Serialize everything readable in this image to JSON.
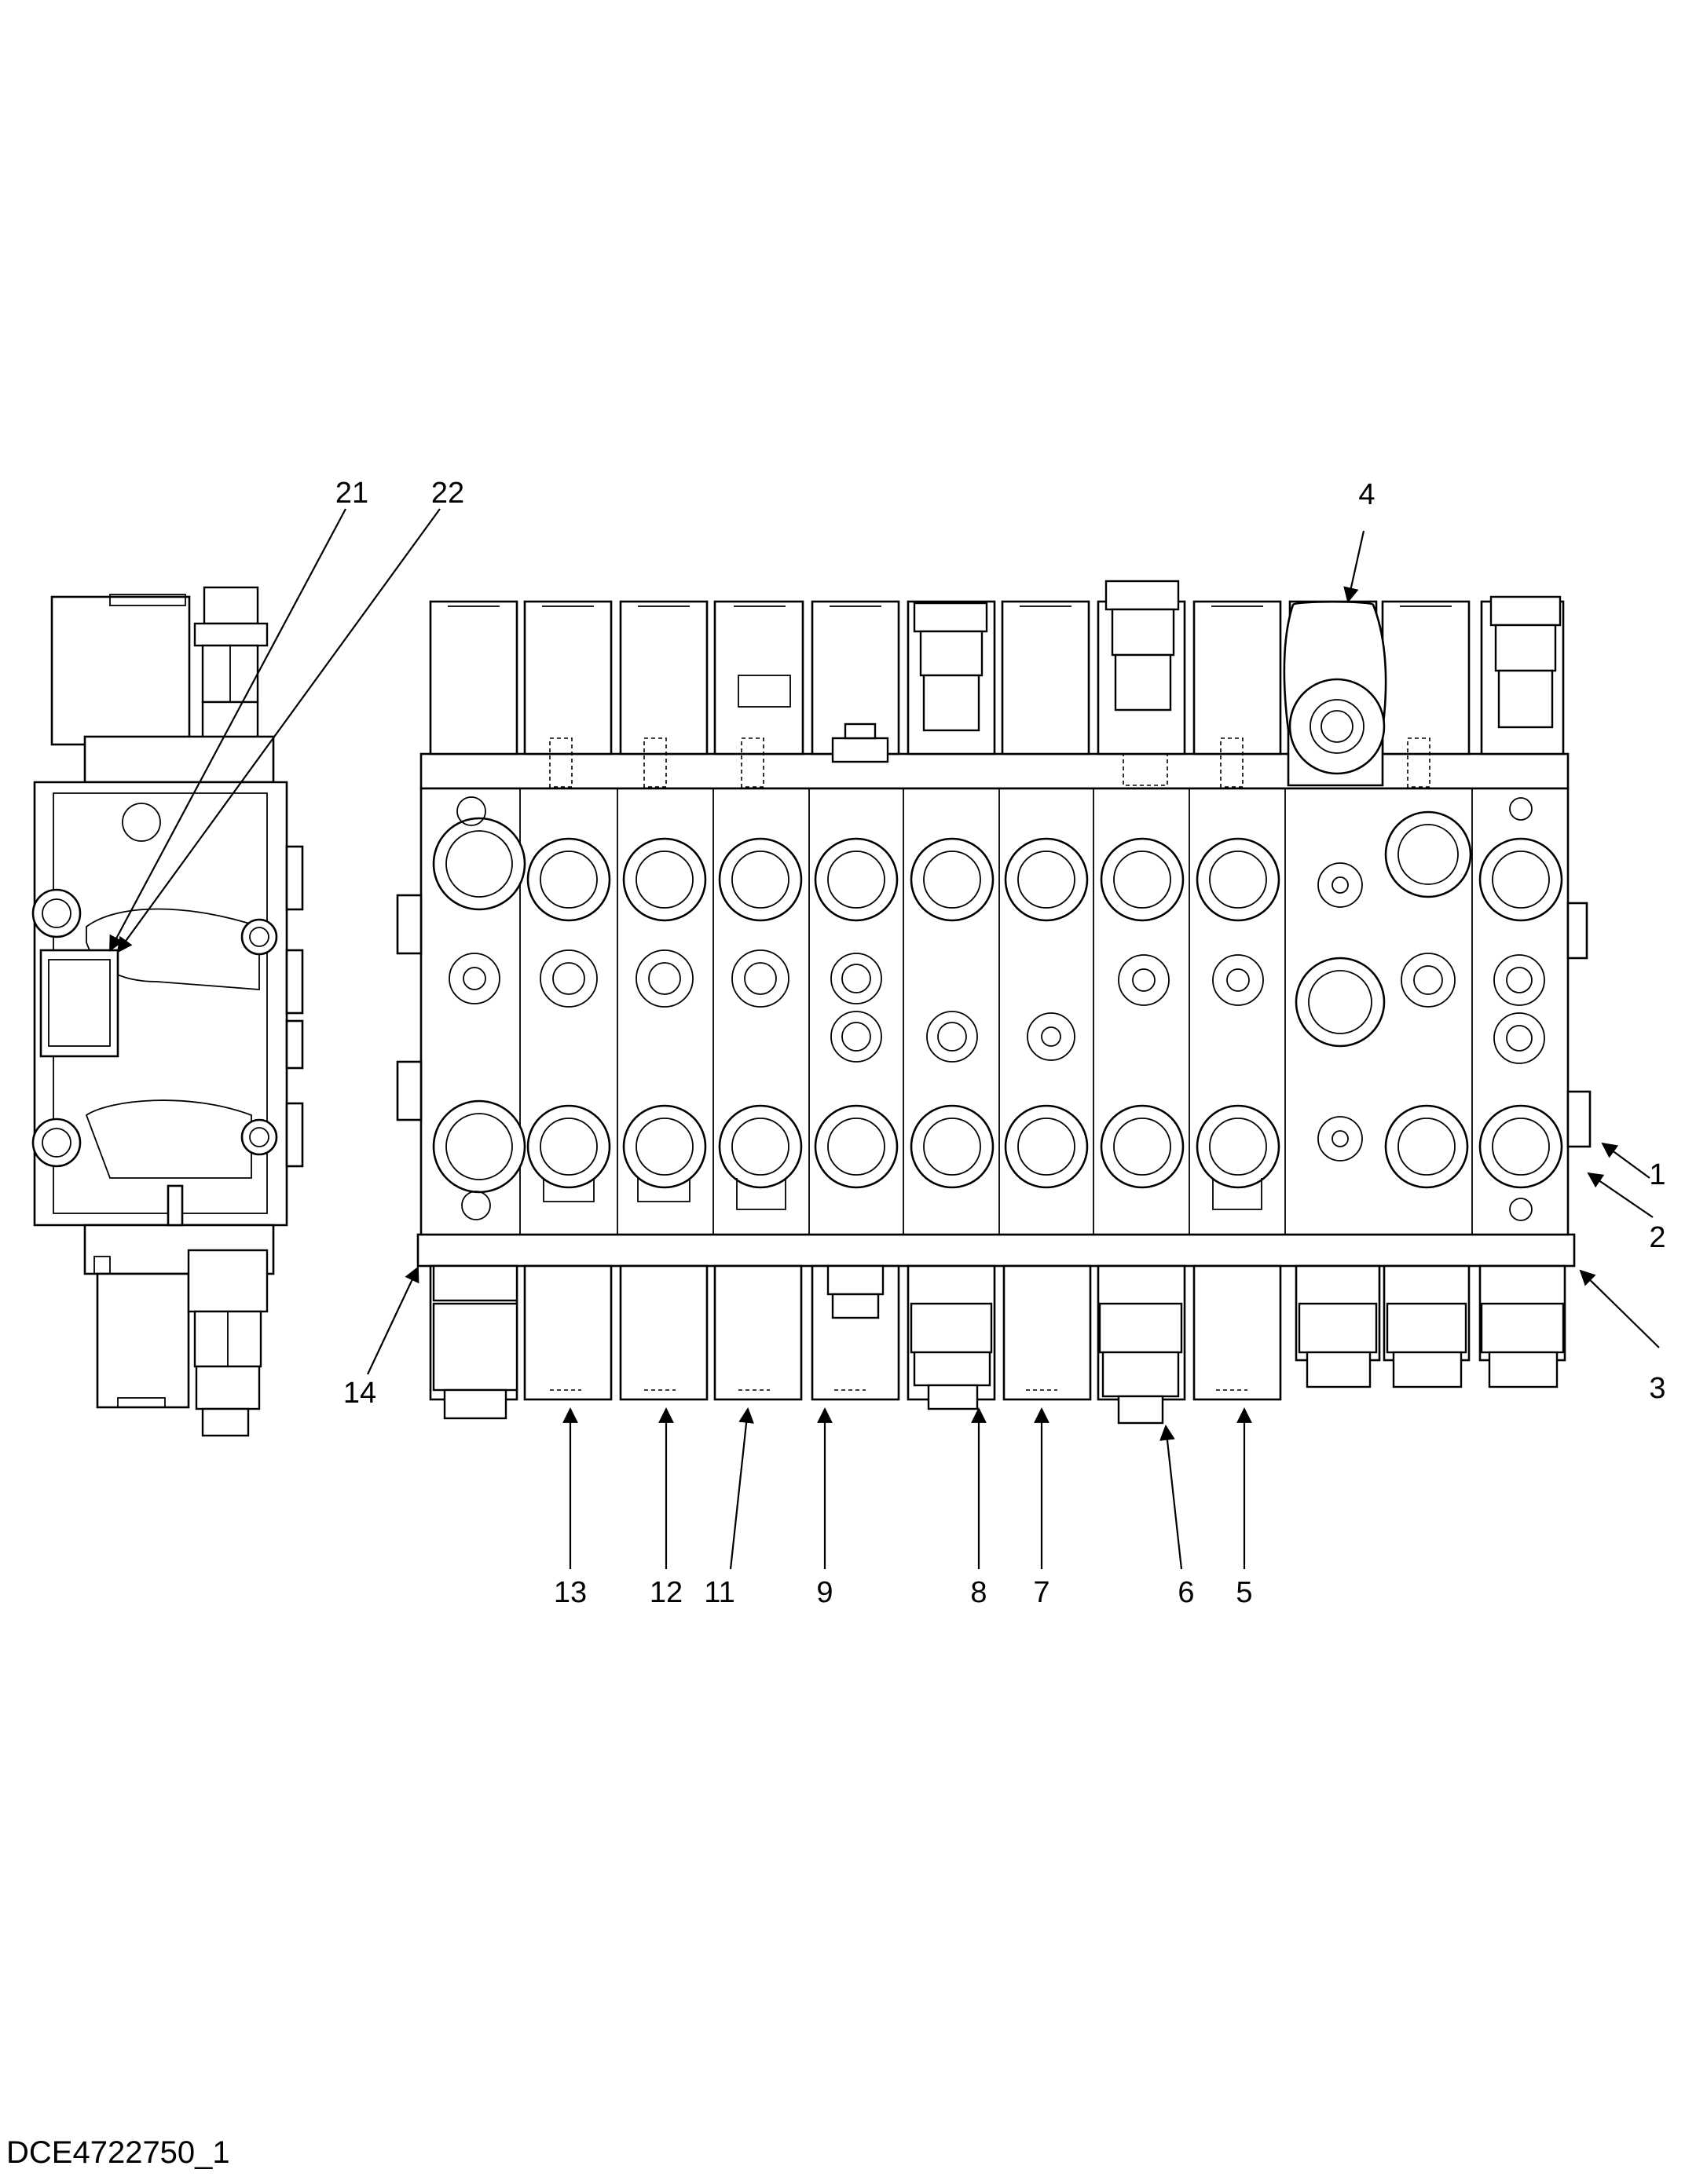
{
  "callouts": {
    "c1": "1",
    "c2": "2",
    "c3": "3",
    "c4": "4",
    "c5": "5",
    "c6": "6",
    "c7": "7",
    "c8": "8",
    "c9": "9",
    "c11": "11",
    "c12": "12",
    "c13": "13",
    "c14": "14",
    "c21": "21",
    "c22": "22"
  },
  "document_id": "DCE4722750_1",
  "colors": {
    "line": "#000000",
    "background": "#ffffff"
  }
}
